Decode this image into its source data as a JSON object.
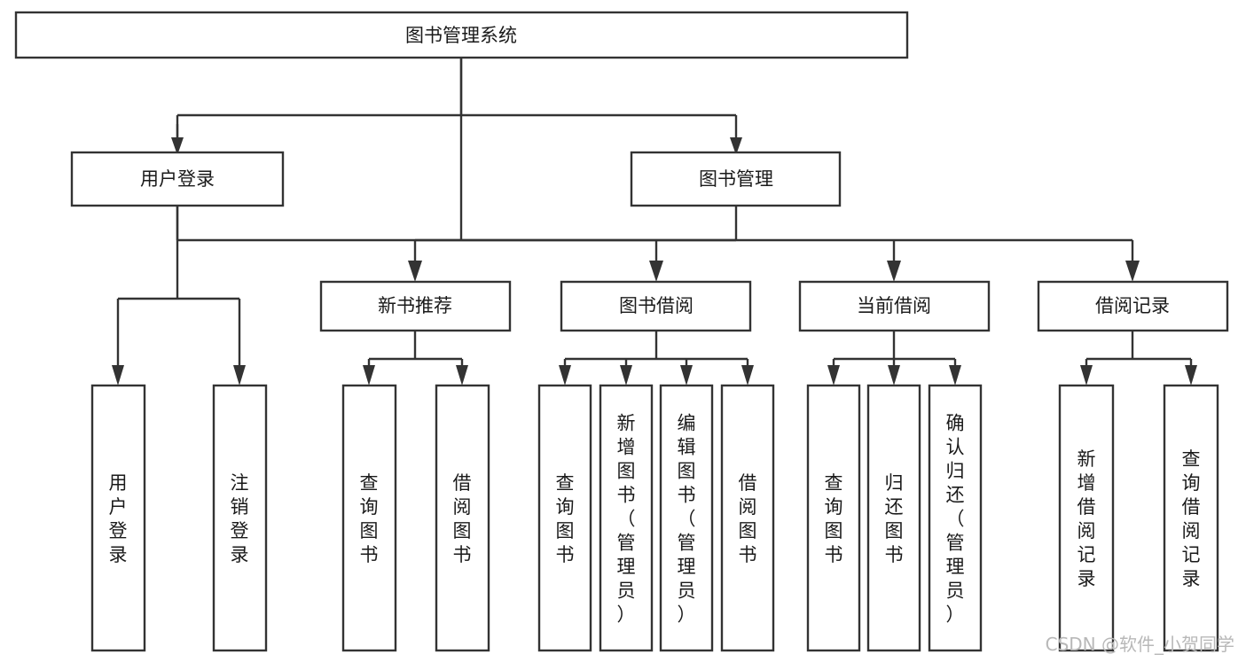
{
  "diagram": {
    "title": "图书管理系统",
    "type": "hierarchy-tree",
    "root": {
      "id": "root",
      "label": "图书管理系统"
    },
    "level2": [
      {
        "id": "user-login",
        "label": "用户登录"
      },
      {
        "id": "book-manage",
        "label": "图书管理"
      }
    ],
    "level3": [
      {
        "id": "new-book-recommend",
        "label": "新书推荐",
        "parent": "book-manage"
      },
      {
        "id": "book-borrow",
        "label": "图书借阅",
        "parent": "book-manage"
      },
      {
        "id": "current-borrow",
        "label": "当前借阅",
        "parent": "book-manage"
      },
      {
        "id": "borrow-record",
        "label": "借阅记录",
        "parent": "book-manage"
      }
    ],
    "leaves": [
      {
        "id": "leaf-user-login",
        "label": "用户登录",
        "parent": "user-login"
      },
      {
        "id": "leaf-user-logout",
        "label": "注销登录",
        "parent": "user-login"
      },
      {
        "id": "leaf-query-book-1",
        "label": "查询图书",
        "parent": "new-book-recommend"
      },
      {
        "id": "leaf-borrow-book-1",
        "label": "借阅图书",
        "parent": "new-book-recommend"
      },
      {
        "id": "leaf-query-book-2",
        "label": "查询图书",
        "parent": "book-borrow"
      },
      {
        "id": "leaf-add-book",
        "label": "新增图书（管理员）",
        "parent": "book-borrow"
      },
      {
        "id": "leaf-edit-book",
        "label": "编辑图书（管理员）",
        "parent": "book-borrow"
      },
      {
        "id": "leaf-borrow-book-2",
        "label": "借阅图书",
        "parent": "book-borrow"
      },
      {
        "id": "leaf-query-book-3",
        "label": "查询图书",
        "parent": "current-borrow"
      },
      {
        "id": "leaf-return-book",
        "label": "归还图书",
        "parent": "current-borrow"
      },
      {
        "id": "leaf-confirm-return",
        "label": "确认归还（管理员）",
        "parent": "current-borrow"
      },
      {
        "id": "leaf-add-record",
        "label": "新增借阅记录",
        "parent": "borrow-record"
      },
      {
        "id": "leaf-query-record",
        "label": "查询借阅记录",
        "parent": "borrow-record"
      }
    ]
  },
  "watermark": {
    "text": "CSDN @软件_小贺同学"
  },
  "colors": {
    "stroke": "#333333",
    "box_fill": "#ffffff",
    "text": "#1a1a1a",
    "watermark": "#b8b8b8",
    "background": "#ffffff"
  }
}
